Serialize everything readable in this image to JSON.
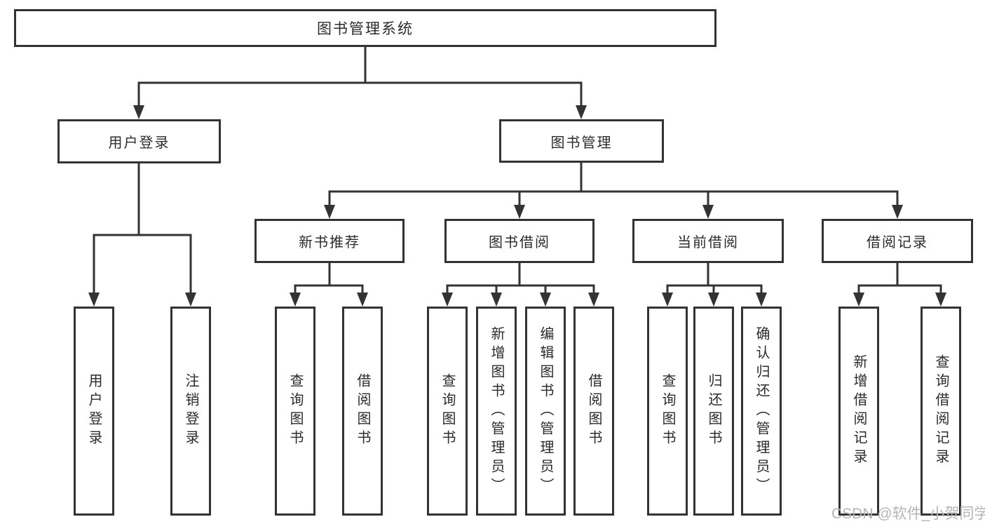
{
  "diagram": {
    "root": {
      "label": "图书管理系统"
    },
    "level2": [
      {
        "label": "用户登录"
      },
      {
        "label": "图书管理"
      }
    ],
    "level3": [
      {
        "label": "新书推荐"
      },
      {
        "label": "图书借阅"
      },
      {
        "label": "当前借阅"
      },
      {
        "label": "借阅记录"
      }
    ],
    "leaves": [
      {
        "label": "用户登录"
      },
      {
        "label": "注销登录"
      },
      {
        "label": "查询图书"
      },
      {
        "label": "借阅图书"
      },
      {
        "label": "查询图书"
      },
      {
        "label": "新增图书（管理员）"
      },
      {
        "label": "编辑图书（管理员）"
      },
      {
        "label": "借阅图书"
      },
      {
        "label": "查询图书"
      },
      {
        "label": "归还图书"
      },
      {
        "label": "确认归还（管理员）"
      },
      {
        "label": "新增借阅记录"
      },
      {
        "label": "查询借阅记录"
      }
    ],
    "watermark": "CSDN @软件_小贺同学",
    "colors": {
      "line": "#333333",
      "box_border": "#333333",
      "box_fill": "#ffffff",
      "text": "#2b2b2b",
      "watermark": "#b5b5b5"
    }
  }
}
